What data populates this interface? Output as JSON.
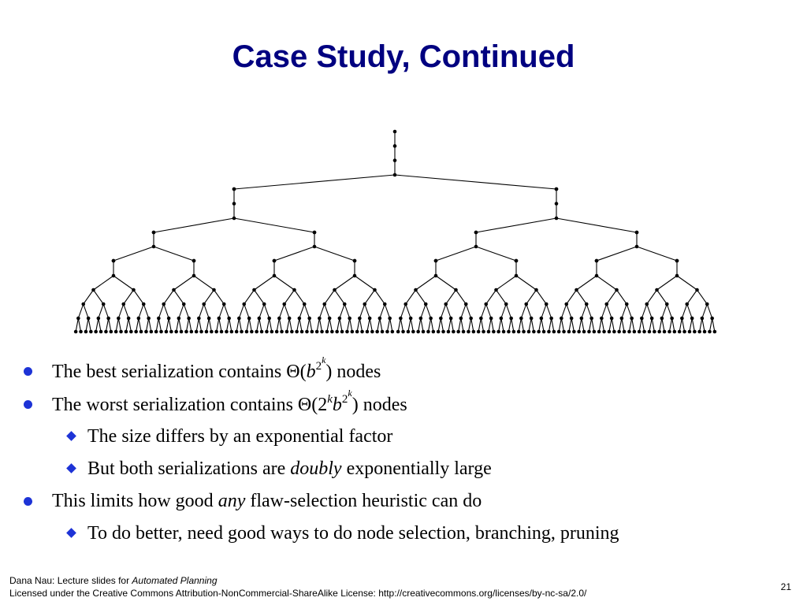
{
  "slide": {
    "title": "Case Study, Continued",
    "page_number": "21"
  },
  "bullets": {
    "b1": {
      "text": "The best serialization contains Θ(",
      "var": "b",
      "base": "2",
      "exp": "k",
      "tail": ") nodes"
    },
    "b2": {
      "text": "The worst serialization contains Θ(2",
      "k": "k",
      "var": "b",
      "base": "2",
      "exp": "k",
      "tail": ") nodes"
    },
    "b2a": {
      "text": "The size differs by an exponential factor"
    },
    "b2b": {
      "pre": "But both serializations are ",
      "em": "doubly",
      "post": " exponentially large"
    },
    "b3": {
      "pre": "This limits how good ",
      "em": "any",
      "post": " flaw-selection heuristic can do"
    },
    "b3a": {
      "text": "To do better, need good ways to do node selection, branching, pruning"
    }
  },
  "footer": {
    "line1_pre": "Dana Nau: Lecture slides for ",
    "line1_em": "Automated Planning",
    "line2": "Licensed under the Creative Commons Attribution-NonCommercial-ShareAlike License: http://creativecommons.org/licenses/by-nc-sa/2.0/"
  },
  "colors": {
    "title": "#000080",
    "bullet": "#1d33d6",
    "tree": "#000000"
  }
}
